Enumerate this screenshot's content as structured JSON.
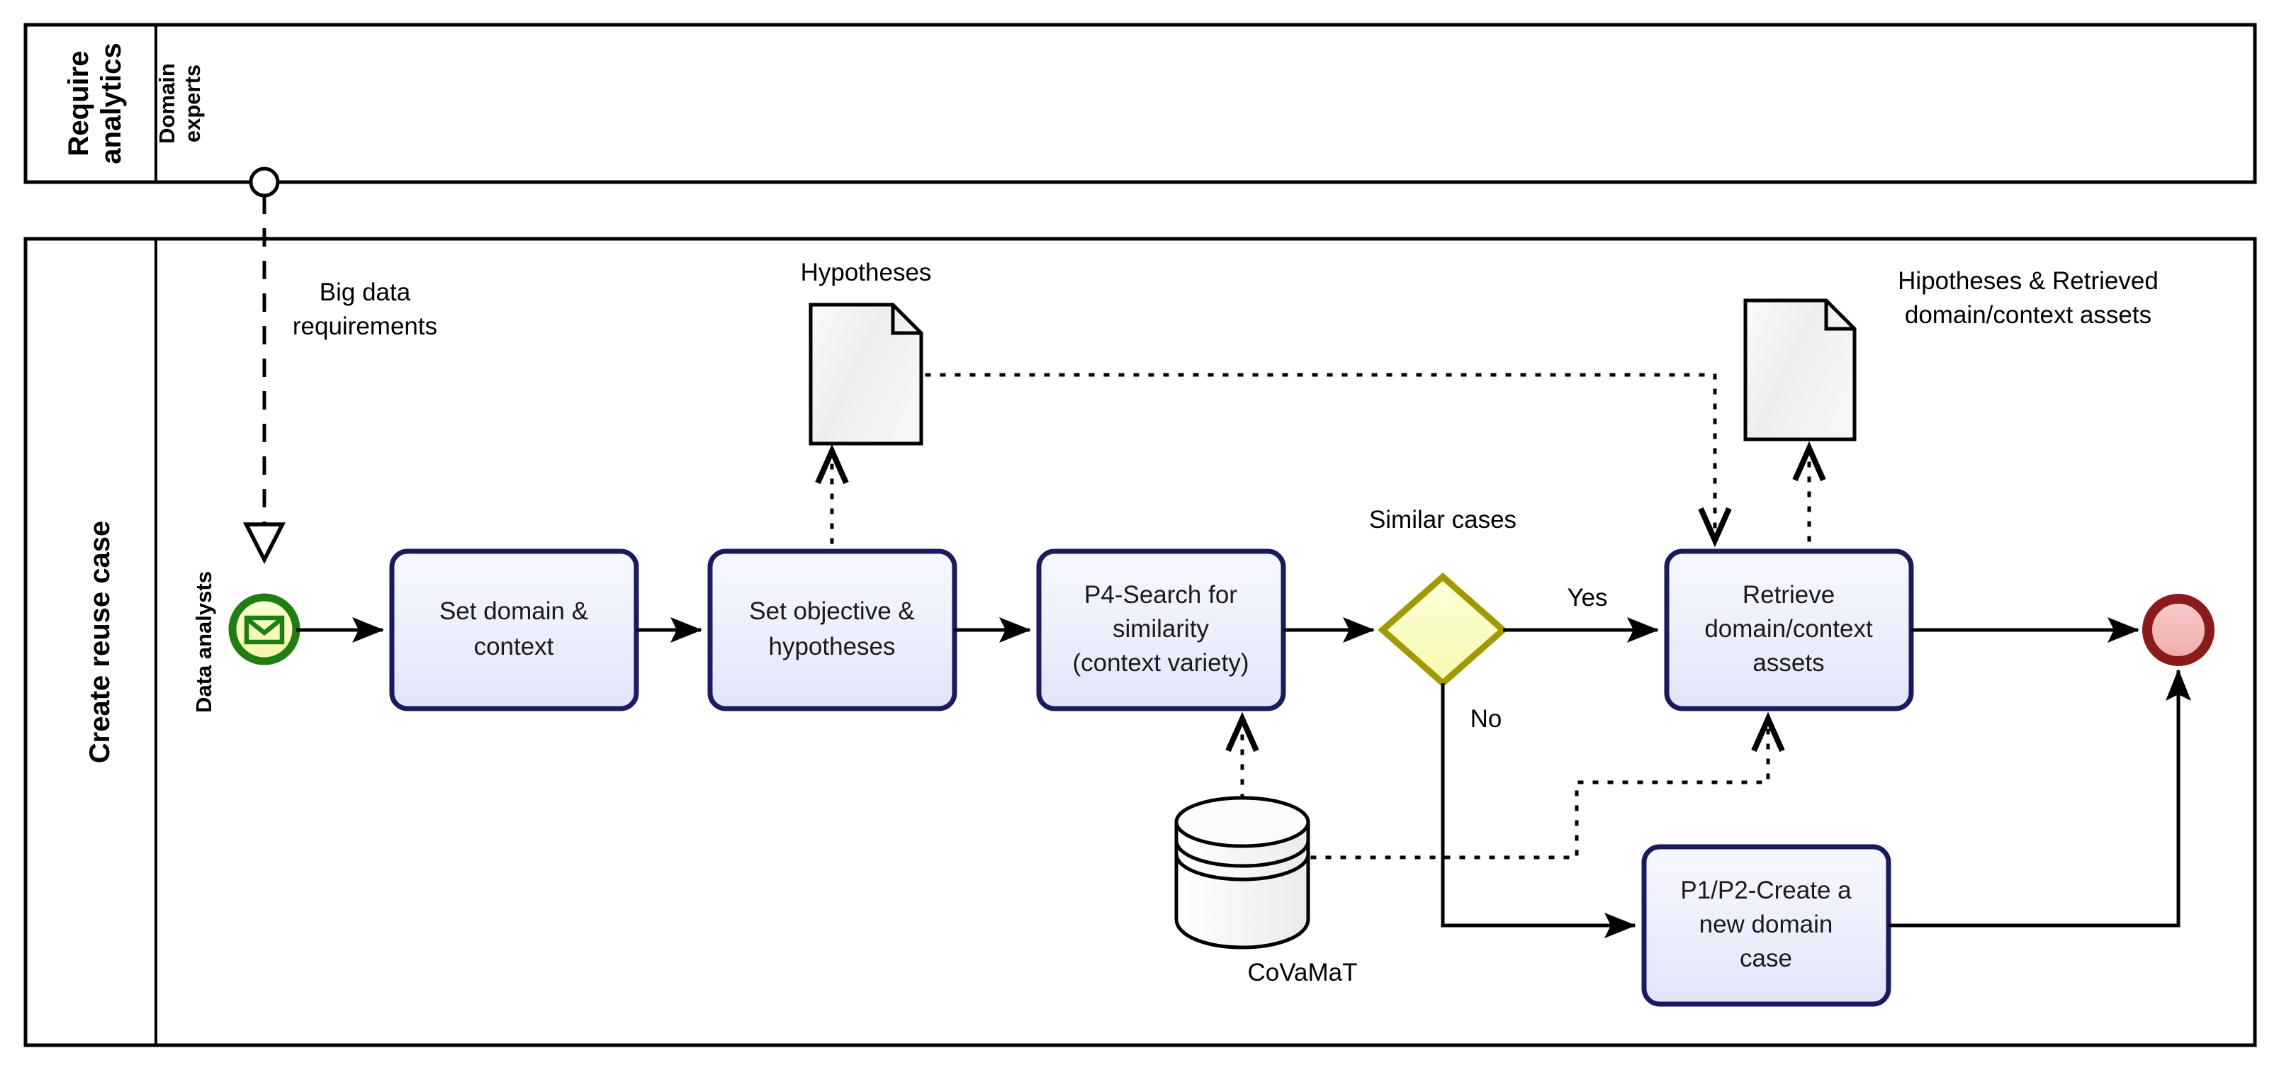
{
  "diagram": {
    "type": "bpmn-collaboration-diagram",
    "title": "Create reuse case"
  },
  "pools": [
    {
      "id": "pool-require-analytics",
      "label": "Require analytics",
      "lanes": [
        {
          "id": "lane-domain-experts",
          "label": "Domain experts"
        }
      ]
    },
    {
      "id": "pool-create-reuse-case",
      "label": "Create reuse case",
      "lanes": [
        {
          "id": "lane-data-analysts",
          "label": "Data analysts"
        }
      ]
    }
  ],
  "events": [
    {
      "id": "start-event",
      "kind": "message-start-event",
      "icon": "envelope-icon",
      "stroke": "#1e7e11",
      "fill": "#fbffc2"
    },
    {
      "id": "end-event",
      "kind": "end-event",
      "stroke": "#8b1a1a",
      "fill": "#f4b6b6"
    },
    {
      "id": "message-throw-event",
      "kind": "message-throw-event",
      "stroke": "#000000",
      "fill": "#ffffff"
    }
  ],
  "tasks": [
    {
      "id": "task-set-domain-context",
      "label": "Set domain &\ncontext",
      "lines": [
        "Set domain &",
        "context"
      ]
    },
    {
      "id": "task-set-objective-hypotheses",
      "label": "Set objective &\nhypotheses",
      "lines": [
        "Set objective &",
        "hypotheses"
      ]
    },
    {
      "id": "task-p4-search-similarity",
      "label": "P4-Search for similarity (context variety)",
      "lines": [
        "P4-Search for",
        "similarity",
        "(context variety)"
      ]
    },
    {
      "id": "task-retrieve-assets",
      "label": "Retrieve domain/context assets",
      "lines": [
        "Retrieve",
        "domain/context",
        "assets"
      ]
    },
    {
      "id": "task-p1p2-create-domain-case",
      "label": "P1/P2-Create a new domain case",
      "lines": [
        "P1/P2-Create a",
        "new domain",
        "case"
      ]
    }
  ],
  "gateways": [
    {
      "id": "gateway-similar-cases",
      "label": "Similar cases",
      "stroke": "#a09a00",
      "fill": "#fbffc2",
      "outgoing": [
        {
          "id": "flow-yes",
          "label": "Yes"
        },
        {
          "id": "flow-no",
          "label": "No"
        }
      ]
    }
  ],
  "data_objects": [
    {
      "id": "data-hypotheses",
      "label": "Hypotheses",
      "lines": [
        "Hypotheses"
      ]
    },
    {
      "id": "data-hipotheses-retrieved",
      "label": "Hipotheses & Retrieved domain/context assets",
      "lines": [
        "Hipotheses & Retrieved",
        "domain/context assets"
      ]
    }
  ],
  "data_stores": [
    {
      "id": "datastore-covamat",
      "label": "CoVaMaT"
    }
  ],
  "message_flows": [
    {
      "id": "msgflow-big-data-requirements",
      "label": "Big data\nrequirements",
      "lines": [
        "Big data",
        "requirements"
      ]
    }
  ],
  "colors": {
    "task_stroke": "#1a1a5e",
    "task_fill_top": "#f3f4fd",
    "task_fill_bottom": "#e6e8fa",
    "gateway_stroke": "#a09a00",
    "gateway_fill": "#fbffc2",
    "start_stroke": "#1e7e11",
    "start_fill": "#fbffc2",
    "end_stroke": "#8b1a1a",
    "end_fill": "#f4b6b6",
    "doc_fill": "#f2f2f2",
    "line": "#000000",
    "background": "#ffffff"
  }
}
